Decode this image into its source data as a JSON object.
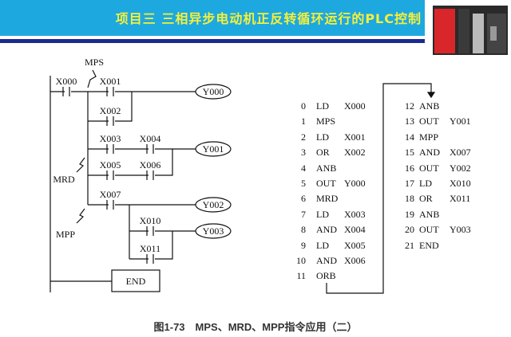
{
  "header": {
    "title": "项目三 三相异步电动机正反转循环运行的PLC控制"
  },
  "ladder": {
    "labels": {
      "mps": "MPS",
      "mrd": "MRD",
      "mpp": "MPP"
    },
    "contacts": [
      "X000",
      "X001",
      "X002",
      "X003",
      "X004",
      "X005",
      "X006",
      "X007",
      "X010",
      "X011"
    ],
    "coils": [
      "Y000",
      "Y001",
      "Y002",
      "Y003"
    ],
    "end": "END"
  },
  "instructions": [
    [
      "0",
      "LD",
      "X000"
    ],
    [
      "1",
      "MPS",
      ""
    ],
    [
      "2",
      "LD",
      "X001"
    ],
    [
      "3",
      "OR",
      "X002"
    ],
    [
      "4",
      "ANB",
      ""
    ],
    [
      "5",
      "OUT",
      "Y000"
    ],
    [
      "6",
      "MRD",
      ""
    ],
    [
      "7",
      "LD",
      "X003"
    ],
    [
      "8",
      "AND",
      "X004"
    ],
    [
      "9",
      "LD",
      "X005"
    ],
    [
      "10",
      "AND",
      "X006"
    ],
    [
      "11",
      "ORB",
      ""
    ],
    [
      "12",
      "ANB",
      ""
    ],
    [
      "13",
      "OUT",
      "Y001"
    ],
    [
      "14",
      "MPP",
      ""
    ],
    [
      "15",
      "AND",
      "X007"
    ],
    [
      "16",
      "OUT",
      "Y002"
    ],
    [
      "17",
      "LD",
      "X010"
    ],
    [
      "18",
      "OR",
      "X011"
    ],
    [
      "19",
      "ANB",
      ""
    ],
    [
      "20",
      "OUT",
      "Y003"
    ],
    [
      "21",
      "END",
      ""
    ]
  ],
  "caption": "图1-73　MPS、MRD、MPP指令应用（二）"
}
